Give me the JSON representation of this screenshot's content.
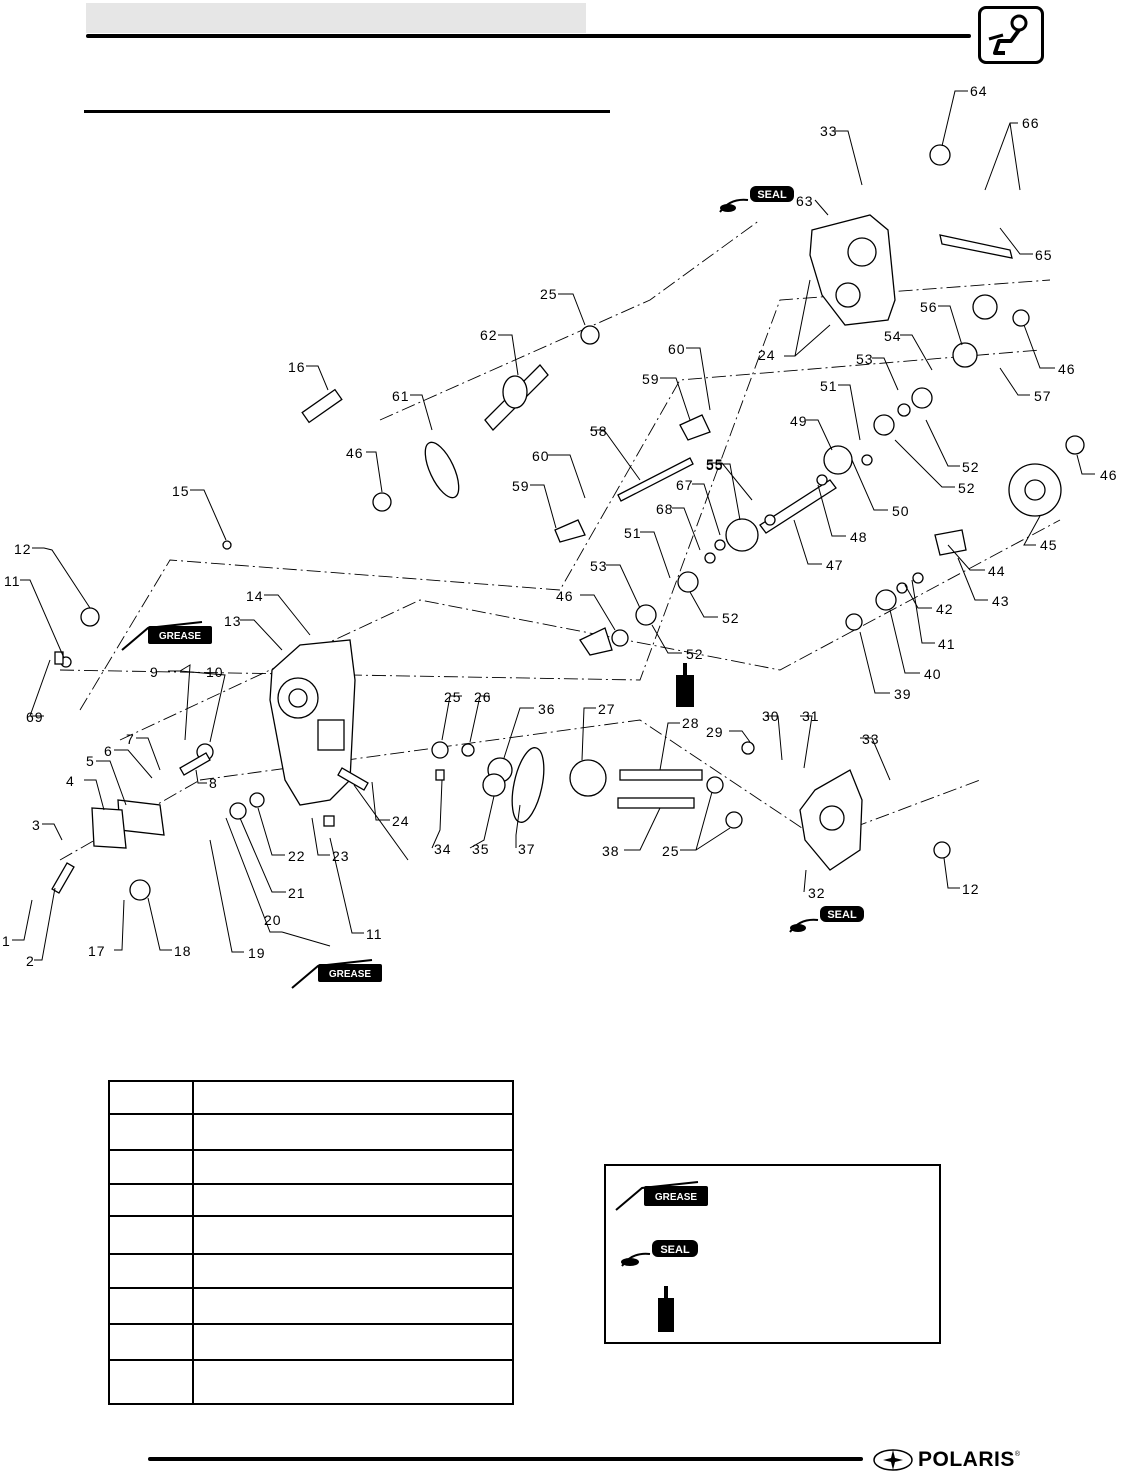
{
  "diagram": {
    "labels": [
      {
        "t": "64"
      },
      {
        "t": "66"
      },
      {
        "t": "33"
      },
      {
        "t": "63"
      },
      {
        "t": "65"
      },
      {
        "t": "25"
      },
      {
        "t": "62"
      },
      {
        "t": "56"
      },
      {
        "t": "54"
      },
      {
        "t": "53"
      },
      {
        "t": "46"
      },
      {
        "t": "57"
      },
      {
        "t": "16"
      },
      {
        "t": "61"
      },
      {
        "t": "60"
      },
      {
        "t": "59"
      },
      {
        "t": "24"
      },
      {
        "t": "51"
      },
      {
        "t": "49"
      },
      {
        "t": "55"
      },
      {
        "t": "52"
      },
      {
        "t": "52"
      },
      {
        "t": "58"
      },
      {
        "t": "50"
      },
      {
        "t": "46"
      },
      {
        "t": "46"
      },
      {
        "t": "15"
      },
      {
        "t": "60"
      },
      {
        "t": "59"
      },
      {
        "t": "55"
      },
      {
        "t": "67"
      },
      {
        "t": "48"
      },
      {
        "t": "47"
      },
      {
        "t": "45"
      },
      {
        "t": "68"
      },
      {
        "t": "44"
      },
      {
        "t": "43"
      },
      {
        "t": "12"
      },
      {
        "t": "11"
      },
      {
        "t": "51"
      },
      {
        "t": "53"
      },
      {
        "t": "52"
      },
      {
        "t": "42"
      },
      {
        "t": "14"
      },
      {
        "t": "13"
      },
      {
        "t": "46"
      },
      {
        "t": "52"
      },
      {
        "t": "41"
      },
      {
        "t": "9"
      },
      {
        "t": "10"
      },
      {
        "t": "40"
      },
      {
        "t": "69"
      },
      {
        "t": "39"
      },
      {
        "t": "25"
      },
      {
        "t": "26"
      },
      {
        "t": "36"
      },
      {
        "t": "27"
      },
      {
        "t": "28"
      },
      {
        "t": "30"
      },
      {
        "t": "31"
      },
      {
        "t": "7"
      },
      {
        "t": "29"
      },
      {
        "t": "33"
      },
      {
        "t": "6"
      },
      {
        "t": "8"
      },
      {
        "t": "5"
      },
      {
        "t": "4"
      },
      {
        "t": "24"
      },
      {
        "t": "3"
      },
      {
        "t": "22"
      },
      {
        "t": "23"
      },
      {
        "t": "34"
      },
      {
        "t": "35"
      },
      {
        "t": "37"
      },
      {
        "t": "38"
      },
      {
        "t": "25"
      },
      {
        "t": "21"
      },
      {
        "t": "12"
      },
      {
        "t": "32"
      },
      {
        "t": "1"
      },
      {
        "t": "20"
      },
      {
        "t": "11"
      },
      {
        "t": "2"
      },
      {
        "t": "17"
      },
      {
        "t": "18"
      },
      {
        "t": "19"
      }
    ],
    "grease_label": "GREASE",
    "seal_label": "SEAL"
  },
  "legend": {
    "grease_label": "GREASE",
    "seal_label": "SEAL"
  },
  "footer": {
    "brand": "POLARIS",
    "registered": "®"
  }
}
